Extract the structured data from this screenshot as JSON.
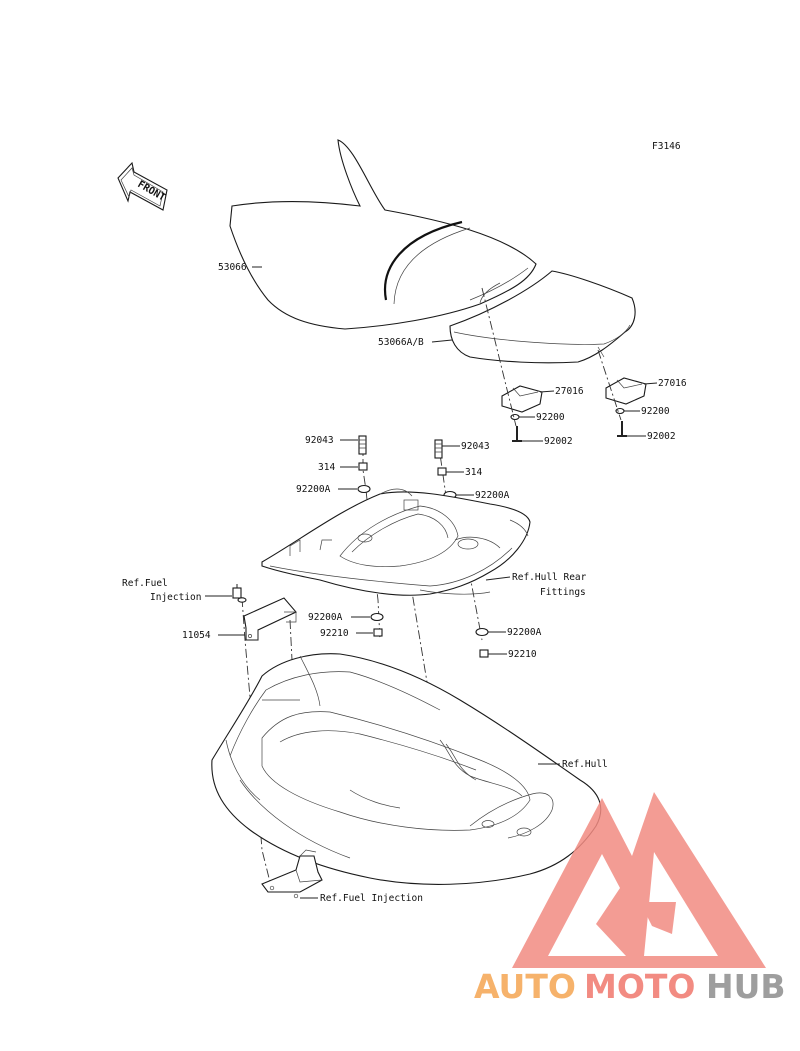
{
  "figure_code": "F3146",
  "front_arrow_label": "FRONT",
  "callouts": {
    "c53066": "53066",
    "c53066ab": "53066A/B",
    "c27016a": "27016",
    "c27016b": "27016",
    "c92200a": "92200",
    "c92200b": "92200",
    "c92002a": "92002",
    "c92002b": "92002",
    "c92043a": "92043",
    "c92043b": "92043",
    "c314a": "314",
    "c314b": "314",
    "c92200A_l": "92200A",
    "c92200A_r": "92200A",
    "c92200A_l2": "92200A",
    "c92210_l": "92210",
    "c92200A_r2": "92200A",
    "c92210_r": "92210",
    "c11054": "11054",
    "ref_hull_rear_1": "Ref.Hull Rear",
    "ref_hull_rear_2": "Fittings",
    "ref_fuel_1": "Ref.Fuel",
    "ref_fuel_2": "Injection",
    "ref_hull": "Ref.Hull",
    "ref_fuel_bottom": "Ref.Fuel Injection"
  },
  "watermark": {
    "part1": "AUTO",
    "part2": "MOTO",
    "part3": "HUB",
    "colors": {
      "orange": "#f6b26b",
      "red": "#f28b82",
      "gray": "#9e9e9e"
    }
  },
  "icons": [
    "front-arrow-icon",
    "automotohub-logo-icon"
  ]
}
